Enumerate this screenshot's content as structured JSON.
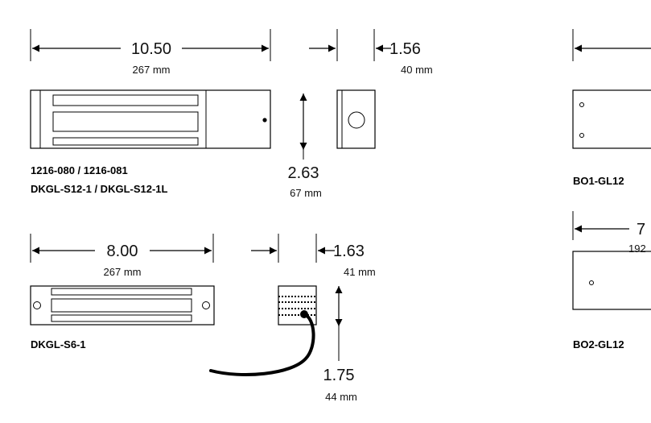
{
  "top_magnet": {
    "length_in": "10.50",
    "length_mm": "267 mm",
    "depth_in": "1.56",
    "depth_mm": "40 mm",
    "height_in": "2.63",
    "height_mm": "67 mm",
    "model_line1": "1216-080 / 1216-081",
    "model_line2": "DKGL-S12-1 / DKGL-S12-1L"
  },
  "bottom_magnet": {
    "length_in": "8.00",
    "length_mm": "267 mm",
    "depth_in": "1.63",
    "depth_mm": "41 mm",
    "height_in": "1.75",
    "height_mm": "44 mm",
    "model": "DKGL-S6-1"
  },
  "right_top": {
    "model": "BO1-GL12"
  },
  "right_bottom": {
    "length_in_partial": "7",
    "length_mm_partial": "192",
    "model": "BO2-GL12"
  }
}
